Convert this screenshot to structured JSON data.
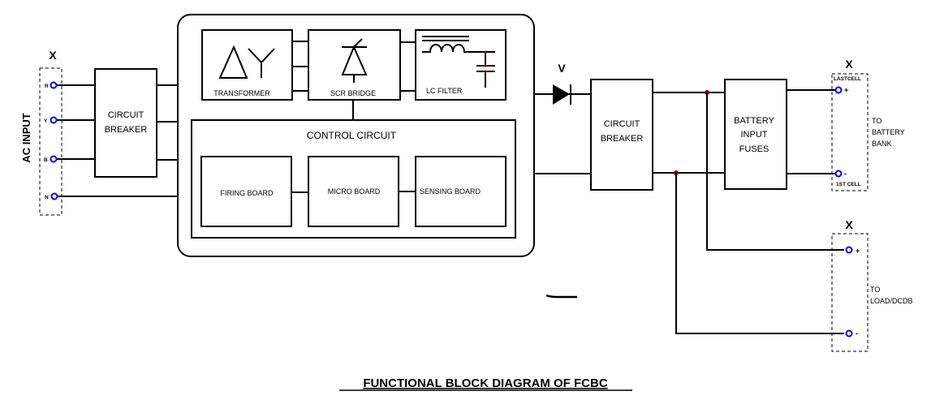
{
  "title": "FUNCTIONAL BLOCK DIAGRAM OF FCBC",
  "colors": {
    "terminal": "#0000ff",
    "junction": "#800000",
    "line": "#000000"
  },
  "ac_input": {
    "label": "AC INPUT",
    "terminal_block_label": "X",
    "terminals": [
      "R",
      "Y",
      "B",
      "N"
    ]
  },
  "input_breaker": {
    "line1": "CIRCUIT",
    "line2": "BREAKER"
  },
  "power_stage": {
    "transformer": {
      "label": "TRANSFORMER",
      "icon": "delta-wye-icon"
    },
    "scr_bridge": {
      "label": "SCR BRIDGE",
      "icon": "thyristor-icon"
    },
    "lc_filter": {
      "label": "LC FILTER",
      "icon": "inductor-capacitor-icon"
    }
  },
  "control_circuit": {
    "title": "CONTROL CIRCUIT",
    "boards": [
      "FIRING BOARD",
      "MICRO BOARD",
      "SENSING BOARD"
    ]
  },
  "blocking_diode": {
    "label": "V"
  },
  "output_breaker": {
    "line1": "CIRCUIT",
    "line2": "BREAKER"
  },
  "battery_fuses": {
    "line1": "BATTERY",
    "line2": "INPUT",
    "line3": "FUSES"
  },
  "battery_output": {
    "terminal_block_label": "X",
    "top_note": "LASTCELL",
    "bottom_note": "1ST CELL",
    "pos": "+",
    "neg": "-",
    "dest_lines": [
      "TO",
      "BATTERY",
      "BANK"
    ]
  },
  "load_output": {
    "terminal_block_label": "X",
    "pos": "+",
    "neg": "-",
    "dest_lines": [
      "TO",
      "LOAD/DCDB"
    ]
  }
}
